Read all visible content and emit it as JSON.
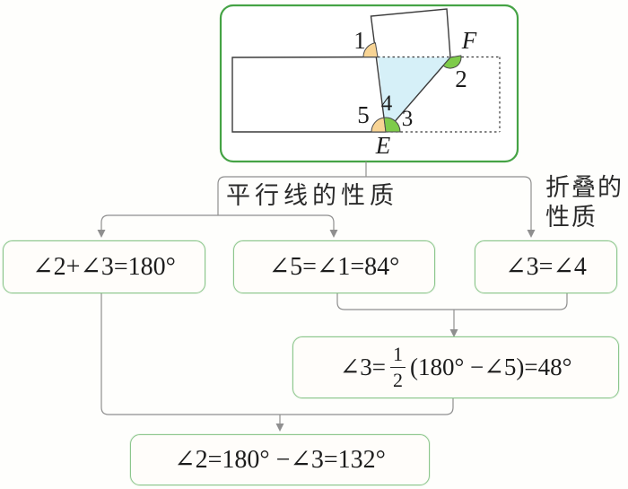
{
  "diagram": {
    "labels": {
      "angle1": "1",
      "angle2": "2",
      "angle3": "3",
      "angle4": "4",
      "angle5": "5",
      "pointE": "E",
      "pointF": "F"
    },
    "colors": {
      "outer_border_green": "#45a345",
      "flow_box_border_green": "#8cc68c",
      "angle_arc_warm": "#f8d494",
      "angle_arc_green": "#7ecb4a",
      "fold_triangle_fill": "#d6f0f8",
      "connector_gray": "#8f8f8f"
    }
  },
  "branches": {
    "left_label": "平行线的性质",
    "right_label_line1": "折叠的",
    "right_label_line2": "性质"
  },
  "boxes": {
    "box1": "∠2+∠3=180°",
    "box2": "∠5=∠1=84°",
    "box3": "∠3=∠4",
    "box4": {
      "pre": "∠3=",
      "num": "1",
      "den": "2",
      "post": "(180° −∠5)=48°"
    },
    "box5": "∠2=180° −∠3=132°"
  }
}
